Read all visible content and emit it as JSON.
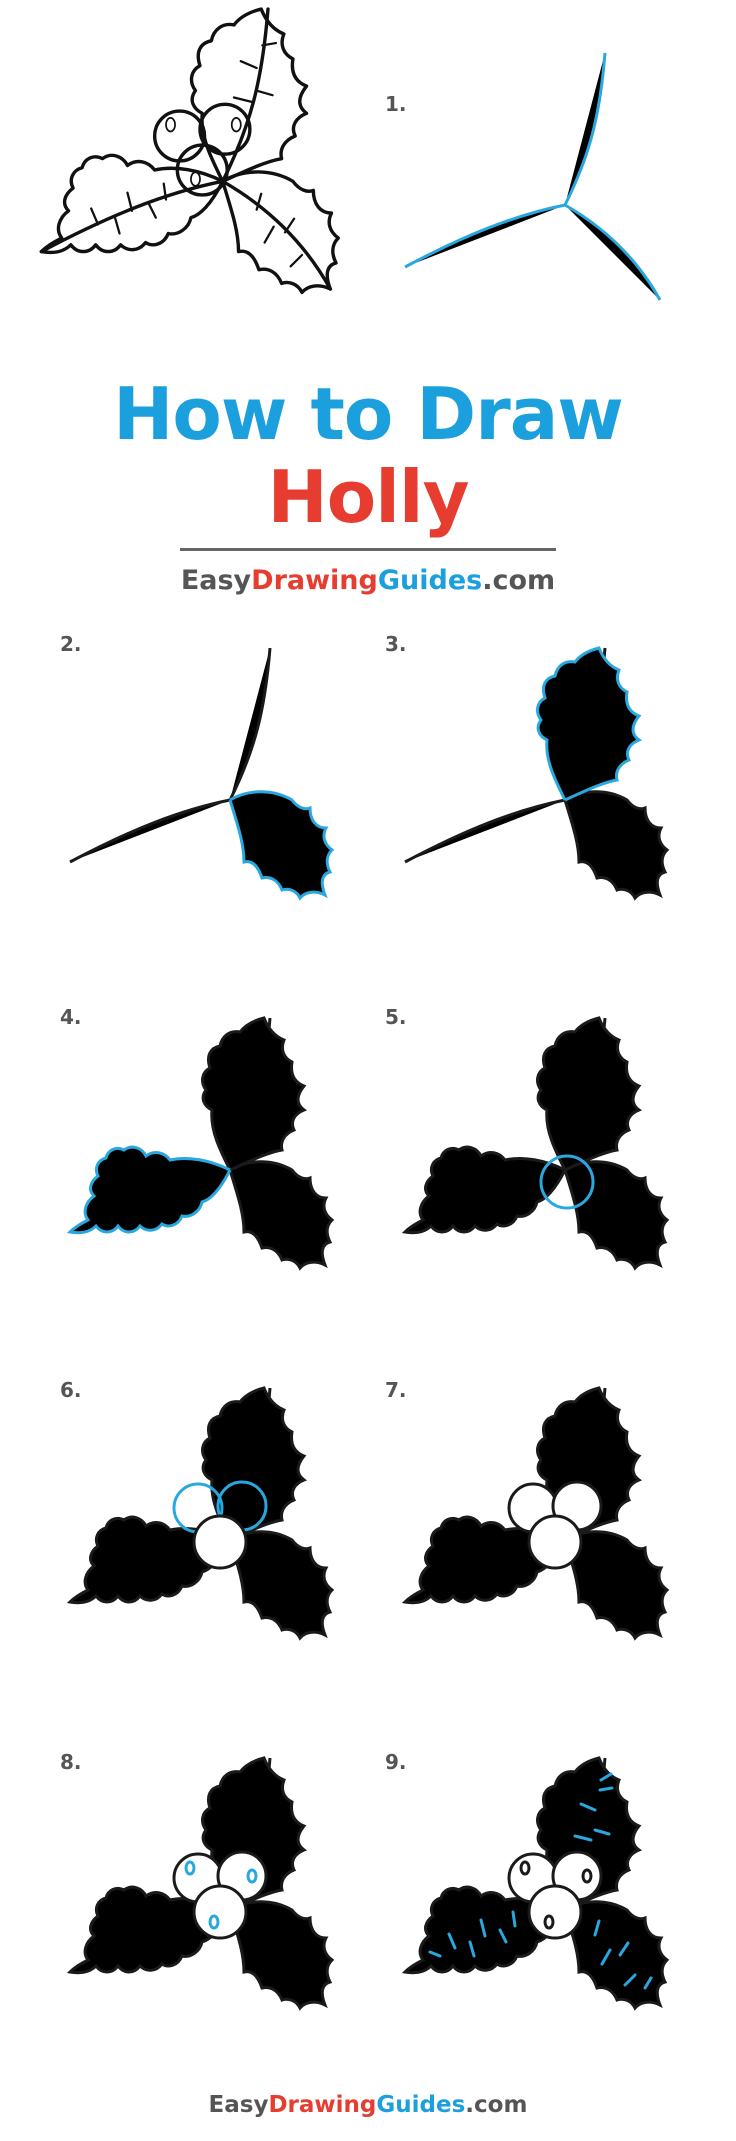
{
  "title": {
    "line1": "How to Draw",
    "line2": "Holly"
  },
  "brand": {
    "easy": "Easy",
    "drawing": "Drawing",
    "guides": "Guides",
    "domain": ".com"
  },
  "colors": {
    "title_blue": "#1ba0dd",
    "title_red": "#e63d30",
    "leaf_green": "#1f8a3c",
    "berry_red": "#d7192a",
    "guide_blue": "#29a8e0",
    "brand_gray": "#555555",
    "brand_red": "#e63d30",
    "brand_blue": "#1ba0dd"
  },
  "steps": [
    {
      "label": "1."
    },
    {
      "label": "2."
    },
    {
      "label": "3."
    },
    {
      "label": "4."
    },
    {
      "label": "5."
    },
    {
      "label": "6."
    },
    {
      "label": "7."
    },
    {
      "label": "8."
    },
    {
      "label": "9."
    }
  ]
}
